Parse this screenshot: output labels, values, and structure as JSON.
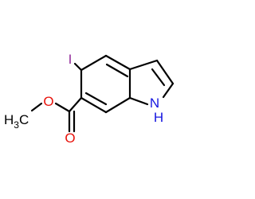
{
  "molecule": {
    "atoms": {
      "iodine": {
        "text": "I",
        "color": "#942d9b"
      },
      "ester_oxygen": {
        "text": "O",
        "color": "#e8120b"
      },
      "carbonyl_oxygen": {
        "text": "O",
        "color": "#e8120b"
      },
      "nh": {
        "text": "N",
        "h_text": "H",
        "color": "#1515e0"
      },
      "methyl": {
        "text": "H",
        "subscript": "3",
        "suffix": "C",
        "color": "#000000"
      }
    },
    "bond_color": "#000000"
  }
}
